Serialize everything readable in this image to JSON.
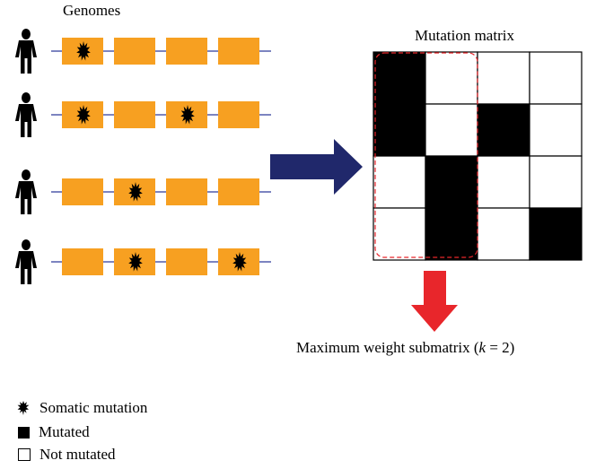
{
  "genomes_title": "Genomes",
  "matrix_title": "Mutation matrix",
  "submatrix_caption_prefix": "Maximum weight submatrix (",
  "submatrix_caption_k": "k",
  "submatrix_caption_suffix": " = 2)",
  "genomes": [
    {
      "mutated_genes": [
        1
      ]
    },
    {
      "mutated_genes": [
        1,
        3
      ]
    },
    {
      "mutated_genes": [
        2
      ]
    },
    {
      "mutated_genes": [
        2,
        4
      ]
    }
  ],
  "mutation_matrix": [
    [
      1,
      0,
      0,
      0
    ],
    [
      1,
      0,
      1,
      0
    ],
    [
      0,
      1,
      0,
      0
    ],
    [
      0,
      1,
      0,
      1
    ]
  ],
  "highlighted_columns": [
    1,
    2
  ],
  "legend": [
    {
      "icon": "starburst-icon",
      "label": "Somatic mutation"
    },
    {
      "icon": "black-square",
      "label": "Mutated"
    },
    {
      "icon": "white-square",
      "label": "Not mutated"
    }
  ],
  "colors": {
    "gene_fill": "#F7A021",
    "genome_line": "#2E3A9A",
    "arrow_right": "#20286B",
    "arrow_down": "#E8262B",
    "highlight_border": "#E8262B"
  }
}
